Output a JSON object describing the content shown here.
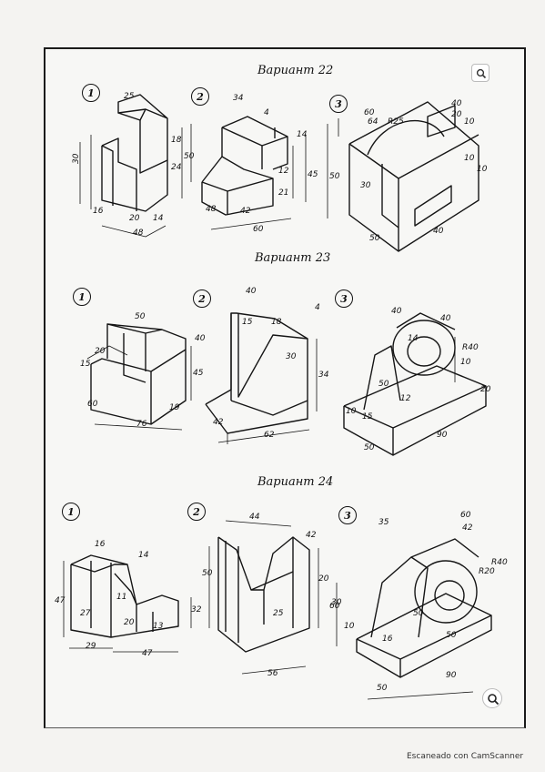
{
  "variants": [
    {
      "title": "Вариант 22"
    },
    {
      "title": "Вариант 23"
    },
    {
      "title": "Вариант 24"
    }
  ],
  "item_numbers": [
    "1",
    "2",
    "3"
  ],
  "dims": {
    "v22": {
      "a": [
        "25",
        "30",
        "18",
        "24",
        "50",
        "20",
        "14",
        "48",
        "16"
      ],
      "b": [
        "34",
        "4",
        "14",
        "12",
        "45",
        "21",
        "42",
        "60",
        "48"
      ],
      "c": [
        "60",
        "64",
        "R25",
        "40",
        "20",
        "10",
        "50",
        "30",
        "50",
        "40",
        "10",
        "10"
      ]
    },
    "v23": {
      "a": [
        "50",
        "40",
        "20",
        "15",
        "45",
        "60",
        "19",
        "76"
      ],
      "b": [
        "40",
        "4",
        "15",
        "18",
        "30",
        "34",
        "42",
        "62"
      ],
      "c": [
        "40",
        "14",
        "R40",
        "40",
        "10",
        "12",
        "15",
        "10",
        "50",
        "90",
        "50",
        "20"
      ]
    },
    "v24": {
      "a": [
        "16",
        "14",
        "47",
        "27",
        "11",
        "20",
        "13",
        "32",
        "29",
        "47"
      ],
      "b": [
        "44",
        "42",
        "50",
        "20",
        "60",
        "25",
        "56"
      ],
      "c": [
        "60",
        "42",
        "35",
        "R20",
        "R40",
        "50",
        "30",
        "50",
        "16",
        "10",
        "90",
        "50"
      ]
    }
  },
  "footer": "Escaneado con CamScanner",
  "icons": [
    "zoom-icon"
  ]
}
